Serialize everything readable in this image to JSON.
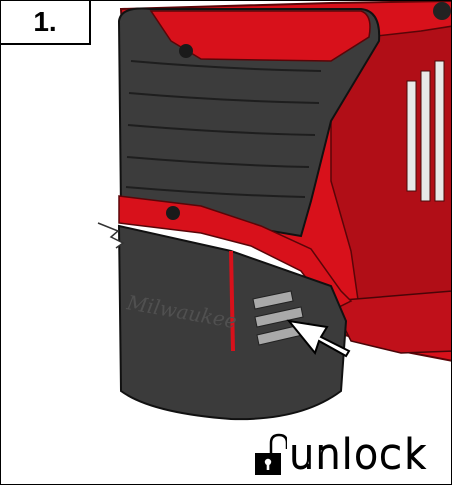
{
  "step": {
    "label": "1."
  },
  "illustration": {
    "brand_mark": "Milwaukee",
    "action": "press-release-button"
  },
  "status": {
    "label": "unlock",
    "icon": "unlocked-padlock-icon"
  },
  "colors": {
    "tool_red": "#d8111b",
    "battery_gray": "#3b3b3b",
    "dark_red": "#8f0d13"
  }
}
